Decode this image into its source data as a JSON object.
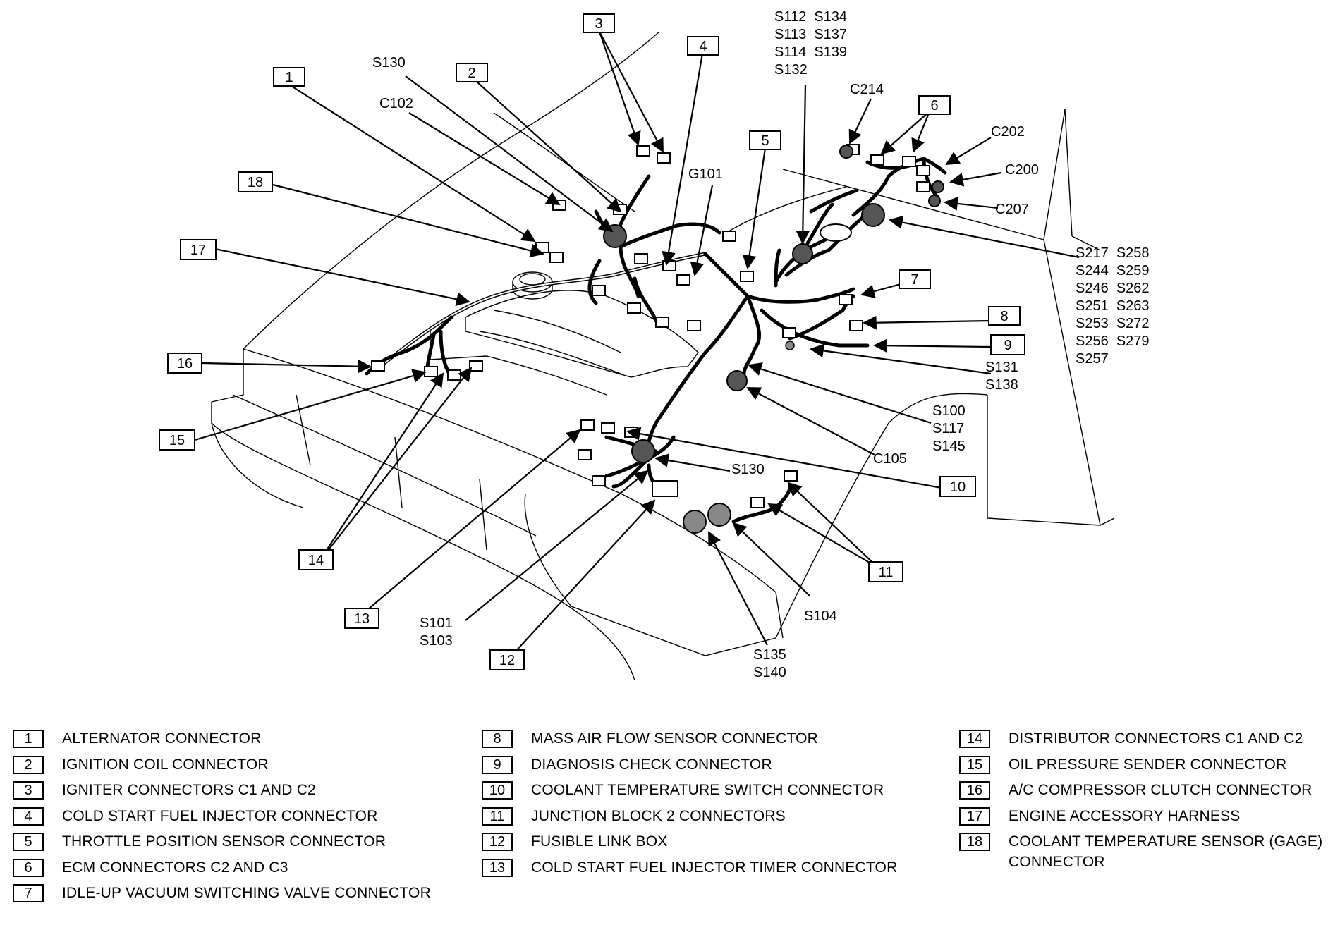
{
  "callouts": [
    "1",
    "2",
    "3",
    "4",
    "5",
    "6",
    "7",
    "8",
    "9",
    "10",
    "11",
    "12",
    "13",
    "14",
    "15",
    "16",
    "17",
    "18"
  ],
  "labels": {
    "s130_top": "S130",
    "c102": "C102",
    "g101": "G101",
    "splice_group_top": [
      "S112  S134",
      "S113  S137",
      "S114  S139",
      "S132"
    ],
    "c214": "C214",
    "c202": "C202",
    "c200": "C200",
    "c207": "C207",
    "splice_group_right": [
      "S217  S258",
      "S244  S259",
      "S246  S262",
      "S251  S263",
      "S253  S272",
      "S256  S279",
      "S257"
    ],
    "s131_s138": [
      "S131",
      "S138"
    ],
    "s100_group": [
      "S100",
      "S117",
      "S145"
    ],
    "c105": "C105",
    "s130_mid": "S130",
    "s101_s103": [
      "S101",
      "S103"
    ],
    "s104": "S104",
    "s135_s140": [
      "S135",
      "S140"
    ]
  },
  "legend": [
    {
      "num": "1",
      "text": "ALTERNATOR CONNECTOR"
    },
    {
      "num": "2",
      "text": "IGNITION COIL CONNECTOR"
    },
    {
      "num": "3",
      "text": "IGNITER CONNECTORS C1 AND C2"
    },
    {
      "num": "4",
      "text": "COLD START FUEL INJECTOR CONNECTOR"
    },
    {
      "num": "5",
      "text": "THROTTLE POSITION SENSOR CONNECTOR"
    },
    {
      "num": "6",
      "text": "ECM CONNECTORS C2 AND C3"
    },
    {
      "num": "7",
      "text": "IDLE-UP VACUUM SWITCHING VALVE CONNECTOR"
    },
    {
      "num": "8",
      "text": "MASS AIR FLOW SENSOR CONNECTOR"
    },
    {
      "num": "9",
      "text": "DIAGNOSIS CHECK CONNECTOR"
    },
    {
      "num": "10",
      "text": "COOLANT TEMPERATURE SWITCH CONNECTOR"
    },
    {
      "num": "11",
      "text": "JUNCTION BLOCK 2 CONNECTORS"
    },
    {
      "num": "12",
      "text": "FUSIBLE LINK BOX"
    },
    {
      "num": "13",
      "text": "COLD START FUEL INJECTOR TIMER  CONNECTOR"
    },
    {
      "num": "14",
      "text": "DISTRIBUTOR CONNECTORS C1 AND C2"
    },
    {
      "num": "15",
      "text": "OIL PRESSURE SENDER CONNECTOR"
    },
    {
      "num": "16",
      "text": "A/C COMPRESSOR CLUTCH CONNECTOR"
    },
    {
      "num": "17",
      "text": "ENGINE ACCESSORY HARNESS"
    },
    {
      "num": "18",
      "text": "COOLANT TEMPERATURE SENSOR (GAGE) CONNECTOR"
    }
  ]
}
